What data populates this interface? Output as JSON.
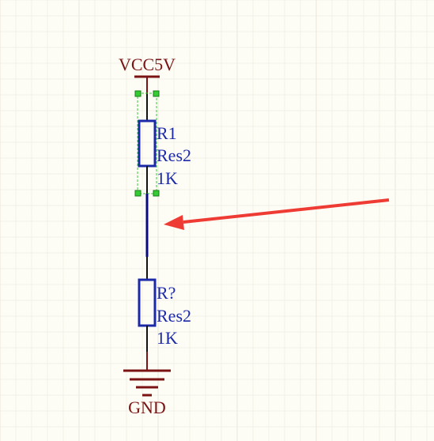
{
  "colors": {
    "background": "#fdfcf5",
    "grid": "#ebe8dc",
    "power": "#7a1414",
    "component": "#1c2aa8",
    "wire": "#0a0a80",
    "selection": "#33cc33",
    "arrow": "#ee3b33"
  },
  "power_port": {
    "label": "VCC5V",
    "icon": "power-bar-icon"
  },
  "ground_port": {
    "label": "GND",
    "icon": "ground-icon"
  },
  "components": [
    {
      "designator": "R1",
      "comment": "Res2",
      "value": "1K",
      "selected": true,
      "icon": "resistor-icon"
    },
    {
      "designator": "R?",
      "comment": "Res2",
      "value": "1K",
      "selected": false,
      "icon": "resistor-icon"
    }
  ],
  "annotation": {
    "icon": "red-arrow-icon"
  }
}
